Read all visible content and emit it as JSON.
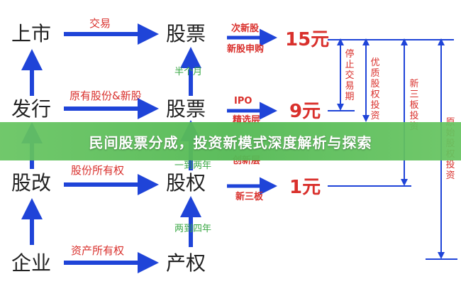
{
  "stages": [
    {
      "left": "上市",
      "right": "股票",
      "process": "交易"
    },
    {
      "left": "发行",
      "right": "股票",
      "process": "原有股份&新股"
    },
    {
      "left": "股改",
      "right": "股权",
      "process": "股份所有权"
    },
    {
      "left": "企业",
      "right": "产权",
      "process": "资产所有权"
    }
  ],
  "durations": [
    "半个月",
    "一到两年",
    "两到四年"
  ],
  "markets": [
    {
      "top": "次新股",
      "bottom": "新股申购",
      "price": "15元"
    },
    {
      "top": "IPO",
      "bottom": "精选层",
      "price": "9元"
    },
    {
      "top": "创新层",
      "bottom": "新三板",
      "price": "1元"
    }
  ],
  "investment_labels": [
    "停止交易期",
    "优质股权投资",
    "新三板投资",
    "原始股权投资"
  ],
  "banner_title": "民间股票分成，投资新模式深度解析与探索",
  "colors": {
    "blue": "#1f44d8",
    "red": "#d9302c",
    "green": "#3aa845",
    "banner": "#5cbd5a"
  }
}
